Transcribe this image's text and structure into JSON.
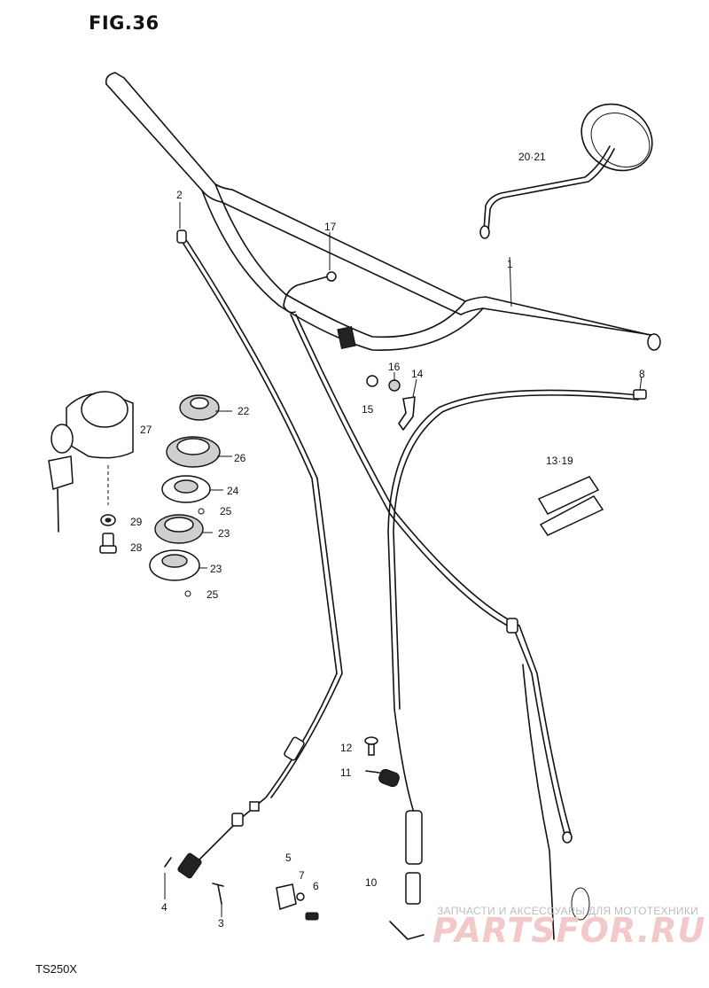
{
  "figure": {
    "title": "FIG.36",
    "model": "TS250X"
  },
  "callouts": {
    "c1": "1",
    "c2": "2",
    "c3": "3",
    "c4": "4",
    "c5": "5",
    "c6": "6",
    "c7": "7",
    "c8": "8",
    "c10": "10",
    "c11": "11",
    "c12": "12",
    "c13_19": "13·19",
    "c14": "14",
    "c15": "15",
    "c16": "16",
    "c17": "17",
    "c20_21": "20·21",
    "c22": "22",
    "c23a": "23",
    "c23b": "23",
    "c24": "24",
    "c25a": "25",
    "c25b": "25",
    "c26": "26",
    "c27": "27",
    "c28": "28",
    "c29": "29"
  },
  "watermark": {
    "tagline": "ЗАПЧАСТИ И АКСЕССУАРЫ ДЛЯ МОТОТЕХНИКИ",
    "brand": "PARTSFOR.RU"
  },
  "colors": {
    "ink": "#111111",
    "watermark_brand": "#f3c8c8",
    "watermark_tagline": "#bdbdbd"
  }
}
